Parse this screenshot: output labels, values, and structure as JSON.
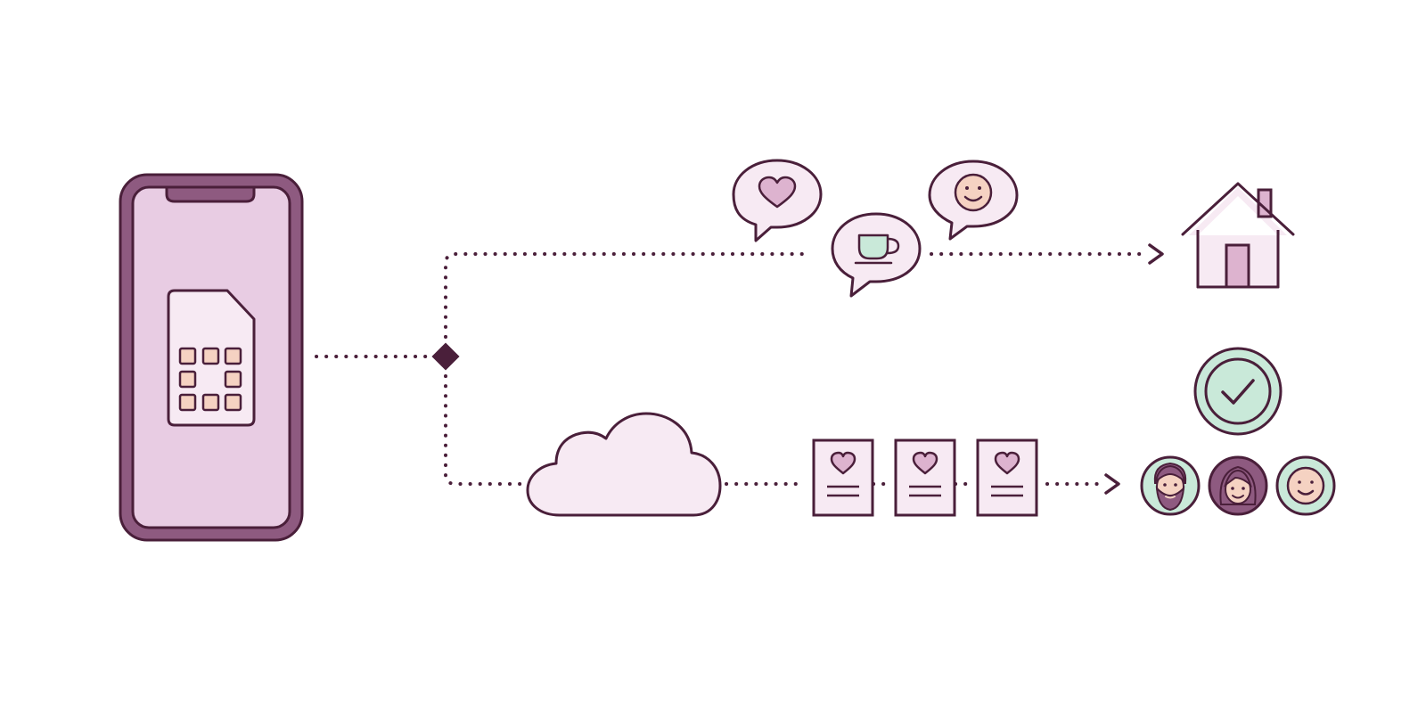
{
  "colors": {
    "ink": "#4a1f3a",
    "phone_body": "#8e5a80",
    "phone_screen": "#e8cce3",
    "pale_pink": "#f7eaf3",
    "accent_pink": "#ddb3cf",
    "mint": "#c9e9d9",
    "face": "#f5d2c2",
    "background": "#ffffff"
  },
  "icons": {
    "phone": "smartphone-icon",
    "sim": "sim-card-icon",
    "split": "diamond-junction-icon",
    "bubble_heart": "heart-speech-bubble-icon",
    "bubble_cup": "coffee-speech-bubble-icon",
    "bubble_smile": "smiley-speech-bubble-icon",
    "home": "house-icon",
    "cloud": "cloud-icon",
    "document": "heart-document-icon",
    "check": "check-badge-icon",
    "person_bearded": "bearded-man-avatar-icon",
    "person_woman": "woman-avatar-icon",
    "person_smile": "smiling-person-avatar-icon"
  },
  "flows": [
    {
      "id": "upper",
      "target": "house-icon"
    },
    {
      "id": "lower",
      "target": "contacts-avatars"
    }
  ]
}
